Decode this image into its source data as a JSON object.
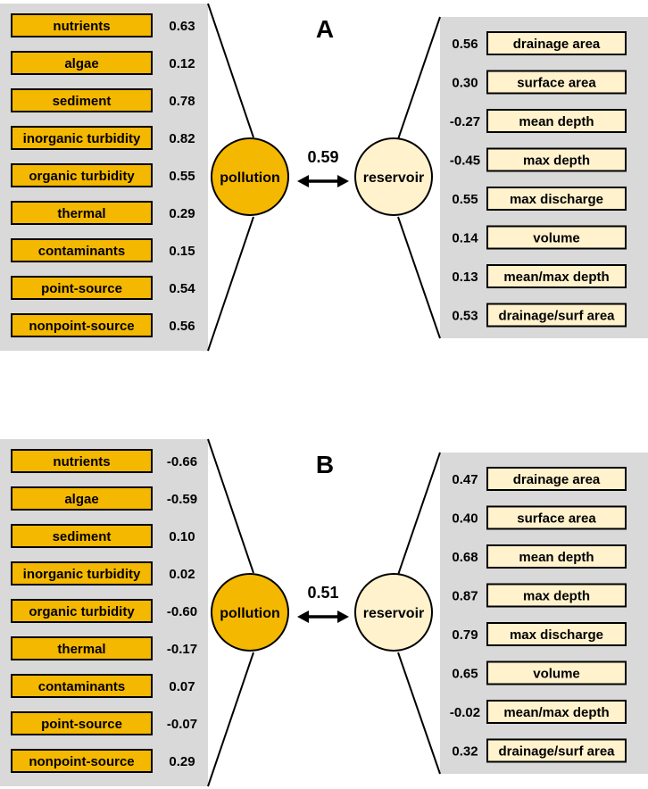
{
  "latent": {
    "pollution": {
      "label": "pollution",
      "color": "#f5b800"
    },
    "reservoir": {
      "label": "reservoir",
      "color": "#fff2cc"
    }
  },
  "panels": [
    {
      "letter": "A",
      "correlation": "0.59",
      "pollution_indicators": [
        {
          "label": "nutrients",
          "value": "0.63"
        },
        {
          "label": "algae",
          "value": "0.12"
        },
        {
          "label": "sediment",
          "value": "0.78"
        },
        {
          "label": "inorganic turbidity",
          "value": "0.82"
        },
        {
          "label": "organic turbidity",
          "value": "0.55"
        },
        {
          "label": "thermal",
          "value": "0.29"
        },
        {
          "label": "contaminants",
          "value": "0.15"
        },
        {
          "label": "point-source",
          "value": "0.54"
        },
        {
          "label": "nonpoint-source",
          "value": "0.56"
        }
      ],
      "reservoir_indicators": [
        {
          "label": "drainage area",
          "value": "0.56"
        },
        {
          "label": "surface area",
          "value": "0.30"
        },
        {
          "label": "mean depth",
          "value": "-0.27"
        },
        {
          "label": "max depth",
          "value": "-0.45"
        },
        {
          "label": "max discharge",
          "value": "0.55"
        },
        {
          "label": "volume",
          "value": "0.14"
        },
        {
          "label": "mean/max depth",
          "value": "0.13"
        },
        {
          "label": "drainage/surf area",
          "value": "0.53"
        }
      ]
    },
    {
      "letter": "B",
      "correlation": "0.51",
      "pollution_indicators": [
        {
          "label": "nutrients",
          "value": "-0.66"
        },
        {
          "label": "algae",
          "value": "-0.59"
        },
        {
          "label": "sediment",
          "value": "0.10"
        },
        {
          "label": "inorganic turbidity",
          "value": "0.02"
        },
        {
          "label": "organic turbidity",
          "value": "-0.60"
        },
        {
          "label": "thermal",
          "value": "-0.17"
        },
        {
          "label": "contaminants",
          "value": "0.07"
        },
        {
          "label": "point-source",
          "value": "-0.07"
        },
        {
          "label": "nonpoint-source",
          "value": "0.29"
        }
      ],
      "reservoir_indicators": [
        {
          "label": "drainage area",
          "value": "0.47"
        },
        {
          "label": "surface area",
          "value": "0.40"
        },
        {
          "label": "mean depth",
          "value": "0.68"
        },
        {
          "label": "max depth",
          "value": "0.87"
        },
        {
          "label": "max discharge",
          "value": "0.79"
        },
        {
          "label": "volume",
          "value": "0.65"
        },
        {
          "label": "mean/max depth",
          "value": "-0.02"
        },
        {
          "label": "drainage/surf area",
          "value": "0.32"
        }
      ]
    }
  ]
}
